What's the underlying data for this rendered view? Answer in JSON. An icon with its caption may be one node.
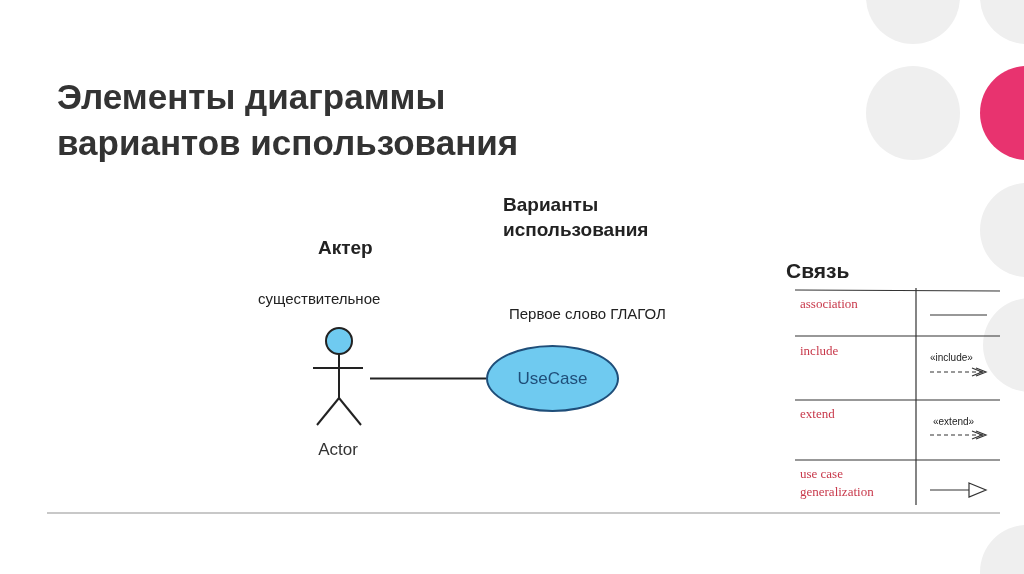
{
  "diagram": {
    "title": "Элементы диаграммы вариантов использования",
    "nodes": [
      {
        "text": [
          "Actor"
        ]
      },
      {
        "text": [
          "UseCase"
        ]
      }
    ],
    "edges": [
      {
        "from": 0,
        "to": 1,
        "arrow": "none"
      }
    ],
    "labels": [
      "Актер",
      "существительное",
      "Варианты использования",
      "Первое слово ГЛАГОЛ",
      "Связь",
      "association",
      "include",
      "«include»",
      "extend",
      "«extend»",
      "use case generalization"
    ]
  }
}
